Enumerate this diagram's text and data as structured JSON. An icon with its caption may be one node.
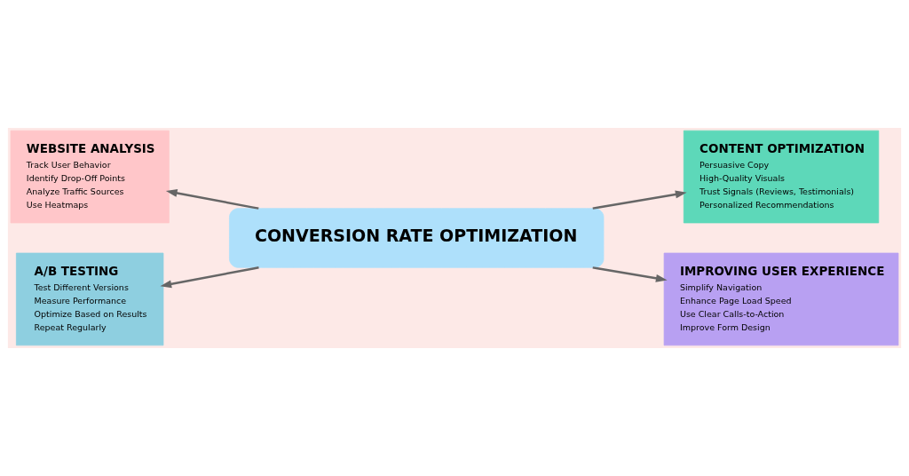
{
  "diagram": {
    "nodes": [
      {
        "text": [
          "WEBSITE ANALYSIS",
          "Track User Behavior",
          "Identify Drop-Off Points",
          "Analyze Traffic Sources",
          "Use Heatmaps"
        ]
      },
      {
        "text": [
          "CONTENT OPTIMIZATION",
          "Persuasive Copy",
          "High-Quality Visuals",
          "Trust Signals (Reviews, Testimonials)",
          "Personalized Recommendations"
        ]
      },
      {
        "text": [
          "CONVERSION RATE OPTIMIZATION"
        ]
      },
      {
        "text": [
          "A/B TESTING",
          "Test Different Versions",
          "Measure Performance",
          "Optimize Based on Results",
          "Repeat Regularly"
        ]
      },
      {
        "text": [
          "IMPROVING USER EXPERIENCE",
          "Simplify Navigation",
          "Enhance Page Load Speed",
          "Use Clear Calls-to-Action",
          "Improve Form Design"
        ]
      }
    ],
    "edges": [
      {
        "from": 2,
        "to": 0,
        "arrow": "to"
      },
      {
        "from": 2,
        "to": 1,
        "arrow": "to"
      },
      {
        "from": 2,
        "to": 3,
        "arrow": "to"
      },
      {
        "from": 2,
        "to": 4,
        "arrow": "to"
      }
    ]
  }
}
